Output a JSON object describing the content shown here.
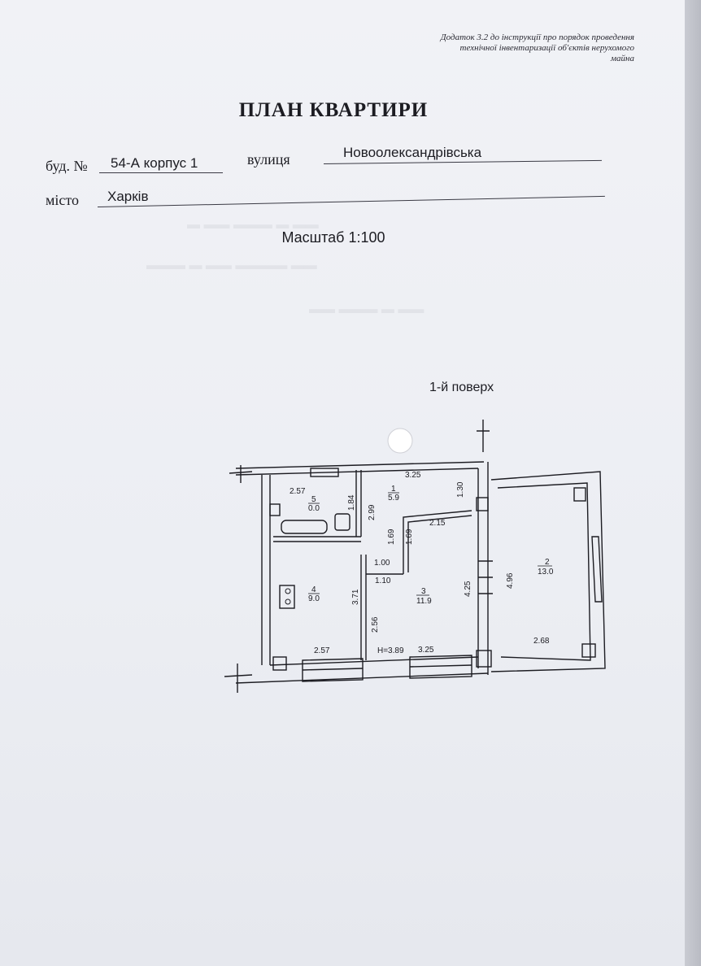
{
  "header": {
    "annex_line1": "Додаток 3.2 до інструкції про порядок проведення",
    "annex_line2": "технічної інвентаризації об'єктів нерухомого",
    "annex_line3": "майна"
  },
  "title": "ПЛАН КВАРТИРИ",
  "address": {
    "building_label": "буд. №",
    "building_value": "54-А корпус 1",
    "street_label": "вулиця",
    "street_value": "Новоолександрівська",
    "city_label": "місто",
    "city_value": "Харків"
  },
  "scale": "Масштаб 1:100",
  "floor": "1-й поверх",
  "rooms": [
    {
      "number": "1",
      "area": "5.9"
    },
    {
      "number": "2",
      "area": "13.0"
    },
    {
      "number": "3",
      "area": "11.9"
    },
    {
      "number": "4",
      "area": "9.0"
    },
    {
      "number": "5",
      "area": "0.0"
    }
  ],
  "dimensions": {
    "d_3_25_top": "3.25",
    "d_1_30": "1.30",
    "d_2_57_top": "2.57",
    "d_1_84": "1.84",
    "d_2_99": "2.99",
    "d_2_15": "2.15",
    "d_1_69_a": "1.69",
    "d_1_69_b": "1.69",
    "d_1_00": "1.00",
    "d_1_10": "1.10",
    "d_4_25": "4.25",
    "d_4_96": "4.96",
    "d_3_71": "3.71",
    "d_2_56": "2.56",
    "d_2_57_bottom": "2.57",
    "height": "H=3.89",
    "d_3_25_bottom": "3.25",
    "d_2_68": "2.68"
  }
}
